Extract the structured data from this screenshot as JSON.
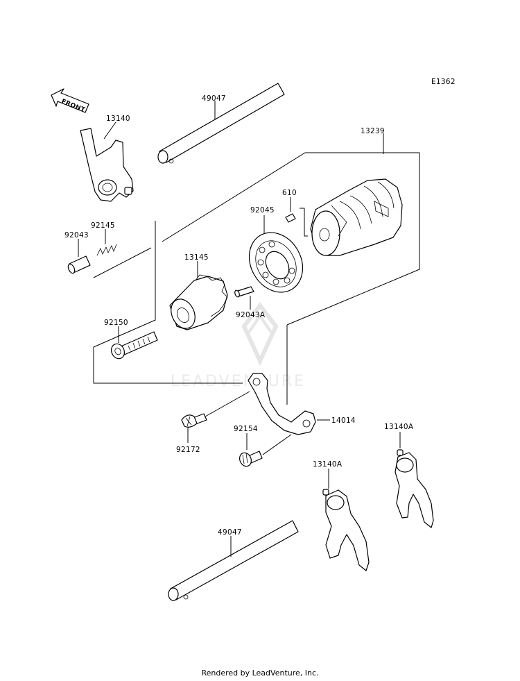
{
  "diagram_code": "E1362",
  "front_label": "FRONT",
  "watermark": "LEADVENTURE",
  "footer": "Rendered by LeadVenture, Inc.",
  "parts": {
    "p13140": "13140",
    "p49047_top": "49047",
    "p13239": "13239",
    "p610": "610",
    "p92045": "92045",
    "p92043": "92043",
    "p92145": "92145",
    "p13145": "13145",
    "p92043A": "92043A",
    "p92150": "92150",
    "p14014": "14014",
    "p92172": "92172",
    "p92154": "92154",
    "p13140A_right": "13140A",
    "p13140A_mid": "13140A",
    "p49047_bottom": "49047"
  }
}
